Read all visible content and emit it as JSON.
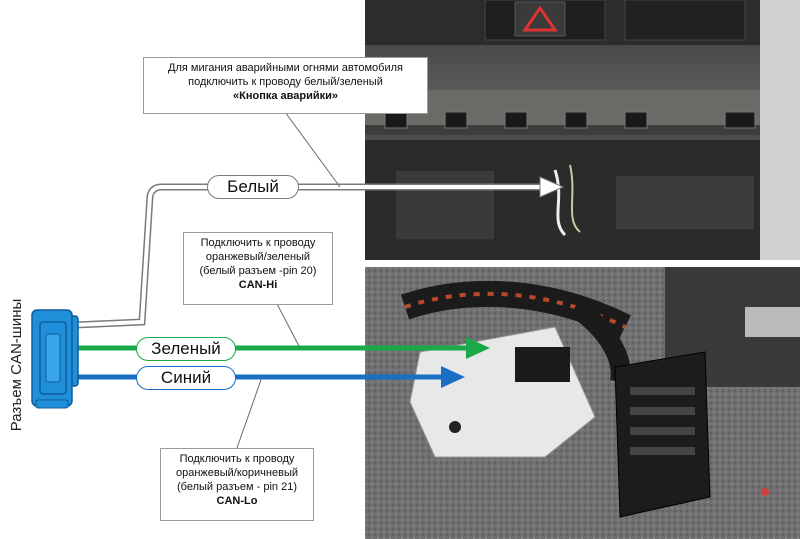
{
  "connector": {
    "label": "Разъем CAN-шины"
  },
  "wires": {
    "white": {
      "label": "Белый",
      "color": "#ffffff"
    },
    "green": {
      "label": "Зеленый",
      "color": "#19a84a"
    },
    "blue": {
      "label": "Синий",
      "color": "#1a6fc4"
    }
  },
  "notes": {
    "hazard": {
      "line1": "Для мигания аварийными огнями автомобиля",
      "line2": "подключить к проводу белый/зеленый",
      "line3": "«Кнопка аварийки»"
    },
    "can_hi": {
      "line1": "Подключить к проводу",
      "line2": "оранжевый/зеленый",
      "line3": "(белый разъем -pin 20)",
      "line4": "CAN-Hi"
    },
    "can_lo": {
      "line1": "Подключить к проводу",
      "line2": "оранжевый/коричневый",
      "line3": "(белый разъем - pin 21)",
      "line4": "CAN-Lo"
    }
  },
  "colors": {
    "connector_fill": "#1e8fd8",
    "connector_stroke": "#0f5d9c",
    "outline": "#8a8a8a",
    "leader": "#6a6a6a"
  }
}
